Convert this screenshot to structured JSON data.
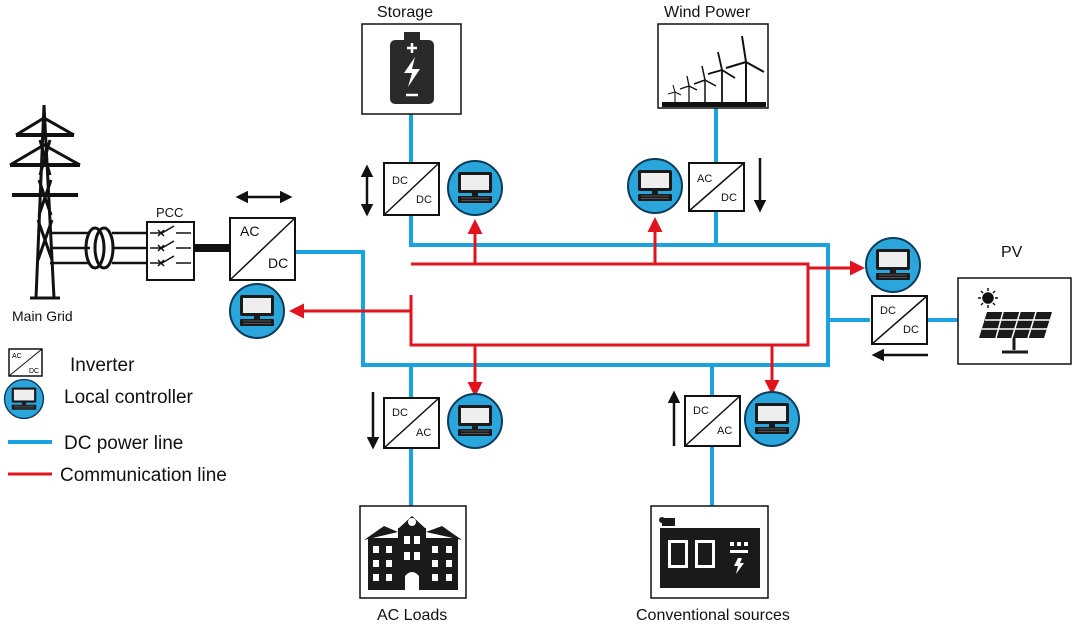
{
  "labels": {
    "storage": "Storage",
    "wind_power": "Wind Power",
    "pv": "PV",
    "main_grid": "Main Grid",
    "pcc": "PCC",
    "ac_loads": "AC Loads",
    "conventional_sources": "Conventional sources"
  },
  "converters": {
    "grid": {
      "top": "AC",
      "bottom": "DC"
    },
    "storage": {
      "top": "DC",
      "bottom": "DC"
    },
    "wind": {
      "top": "AC",
      "bottom": "DC"
    },
    "pv": {
      "top": "DC",
      "bottom": "DC"
    },
    "loads": {
      "top": "DC",
      "bottom": "AC"
    },
    "conventional": {
      "top": "DC",
      "bottom": "AC"
    }
  },
  "legend": {
    "inverter_icon": {
      "top": "AC",
      "bottom": "DC"
    },
    "inverter": "Inverter",
    "controller": "Local controller",
    "dc_line": "DC power line",
    "comm_line": "Communication line"
  },
  "colors": {
    "dc_line": "#1aa3e0",
    "comm_line": "#e0141e",
    "ink": "#111111",
    "monitor_bg": "#2aa6dc"
  },
  "icons": [
    "battery-icon",
    "wind-turbine-icon",
    "solar-panel-icon",
    "building-icon",
    "generator-icon",
    "transmission-tower-icon",
    "transformer-icon",
    "breaker-icon",
    "computer-icon",
    "arrow-icon"
  ]
}
